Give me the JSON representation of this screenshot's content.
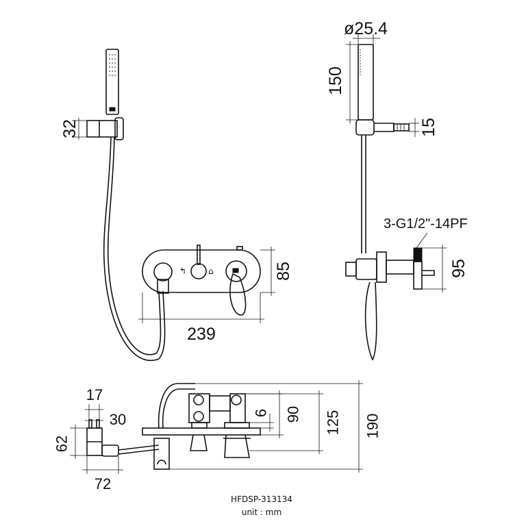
{
  "drawing": {
    "model": "HFDSP-313134",
    "unit": "unit : mm",
    "thread_spec": "3-G1/2\"-14PF"
  },
  "front_view": {
    "bracket_height": "32",
    "plate_height": "85",
    "plate_width": "239"
  },
  "side_view": {
    "handshower_diameter": "ø25.4",
    "handshower_length": "150",
    "outlet_height": "15",
    "body_height": "95"
  },
  "top_view": {
    "dim_17": "17",
    "dim_30": "30",
    "dim_62": "62",
    "dim_72": "72",
    "dim_6": "6",
    "dim_90": "90",
    "dim_125": "125",
    "dim_190": "190"
  }
}
